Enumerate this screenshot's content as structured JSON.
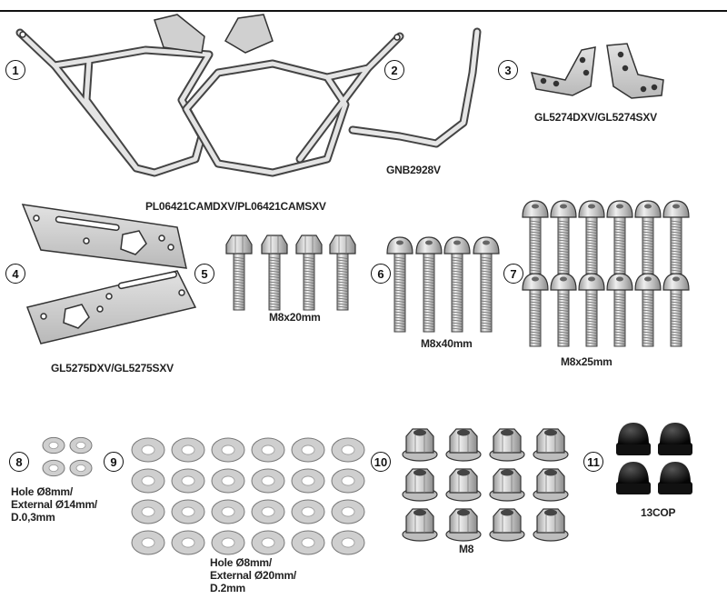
{
  "items": [
    {
      "number": "1",
      "label": "PL06421CAMDXV/PL06421CAMSXV"
    },
    {
      "number": "2",
      "label": "GNB2928V"
    },
    {
      "number": "3",
      "label": "GL5274DXV/GL5274SXV"
    },
    {
      "number": "4",
      "label": "GL5275DXV/GL5275SXV"
    },
    {
      "number": "5",
      "label": "M8x20mm"
    },
    {
      "number": "6",
      "label": "M8x40mm"
    },
    {
      "number": "7",
      "label": "M8x25mm"
    },
    {
      "number": "8",
      "label_lines": [
        "Hole Ø8mm/",
        "External Ø14mm/",
        "D.0,3mm"
      ]
    },
    {
      "number": "9",
      "label_lines": [
        "Hole Ø8mm/",
        "External Ø20mm/",
        "D.2mm"
      ]
    },
    {
      "number": "10",
      "label": "M8"
    },
    {
      "number": "11",
      "label": "13COP"
    }
  ],
  "colors": {
    "line": "#111111",
    "part_fill": "#d9d9d9",
    "part_stroke": "#555555",
    "washer_fill": "#cfcfcf",
    "cap_fill": "#111111"
  }
}
